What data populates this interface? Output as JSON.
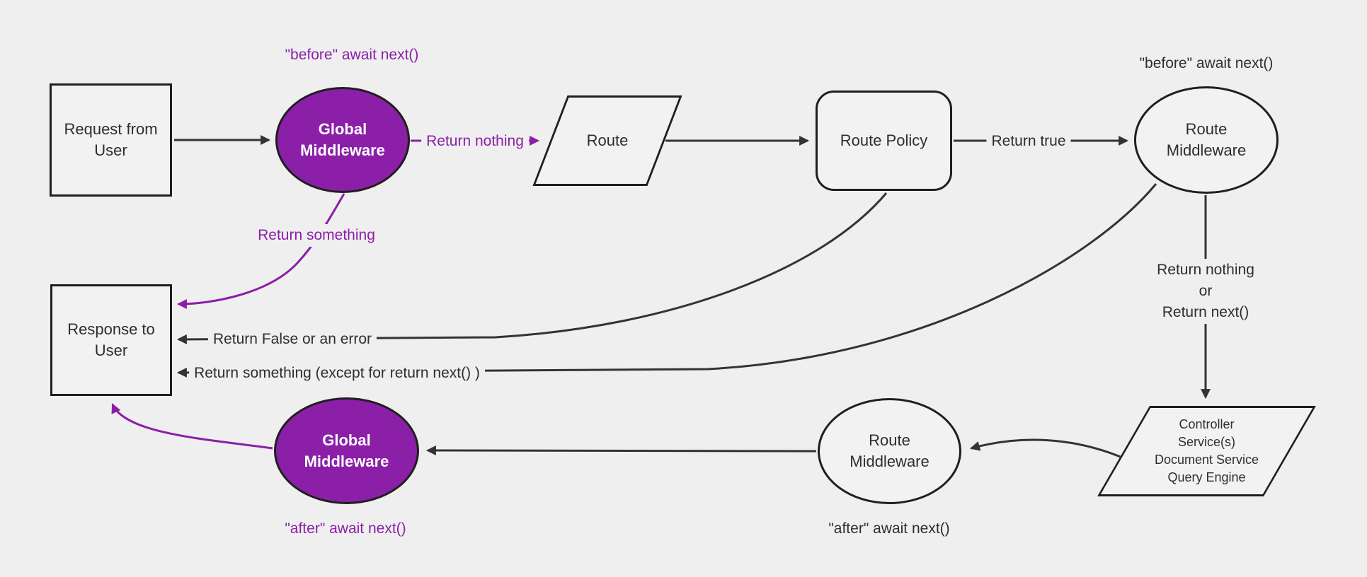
{
  "colors": {
    "background": "#efefef",
    "node_fill": "#f2f2f2",
    "node_border": "#1f1f1f",
    "edge_black": "#333333",
    "purple": "#8b1fa8",
    "purple_node_text": "#ffffff"
  },
  "nodes": {
    "request": {
      "line1": "Request from",
      "line2": "User"
    },
    "global_top": {
      "line1": "Global",
      "line2": "Middleware"
    },
    "route": {
      "line1": "Route"
    },
    "route_policy": {
      "line1": "Route Policy"
    },
    "route_mw_top": {
      "line1": "Route",
      "line2": "Middleware"
    },
    "controller": {
      "line1": "Controller",
      "line2": "Service(s)",
      "line3": "Document Service",
      "line4": "Query Engine"
    },
    "route_mw_bottom": {
      "line1": "Route",
      "line2": "Middleware"
    },
    "global_bottom": {
      "line1": "Global",
      "line2": "Middleware"
    },
    "response": {
      "line1": "Response to",
      "line2": "User"
    }
  },
  "labels": {
    "before_global": "\"before\" await next()",
    "return_nothing": "Return nothing",
    "return_something": "Return something",
    "return_true": "Return true",
    "before_route_mw": "\"before\" await next()",
    "return_nothing_or_1": "Return nothing",
    "return_nothing_or_2": "or",
    "return_nothing_or_3": "Return next()",
    "return_false": "Return False or an error",
    "return_something_except": "Return something (except for return next() )",
    "after_route_mw": "\"after\" await next()",
    "after_global": "\"after\" await next()"
  }
}
